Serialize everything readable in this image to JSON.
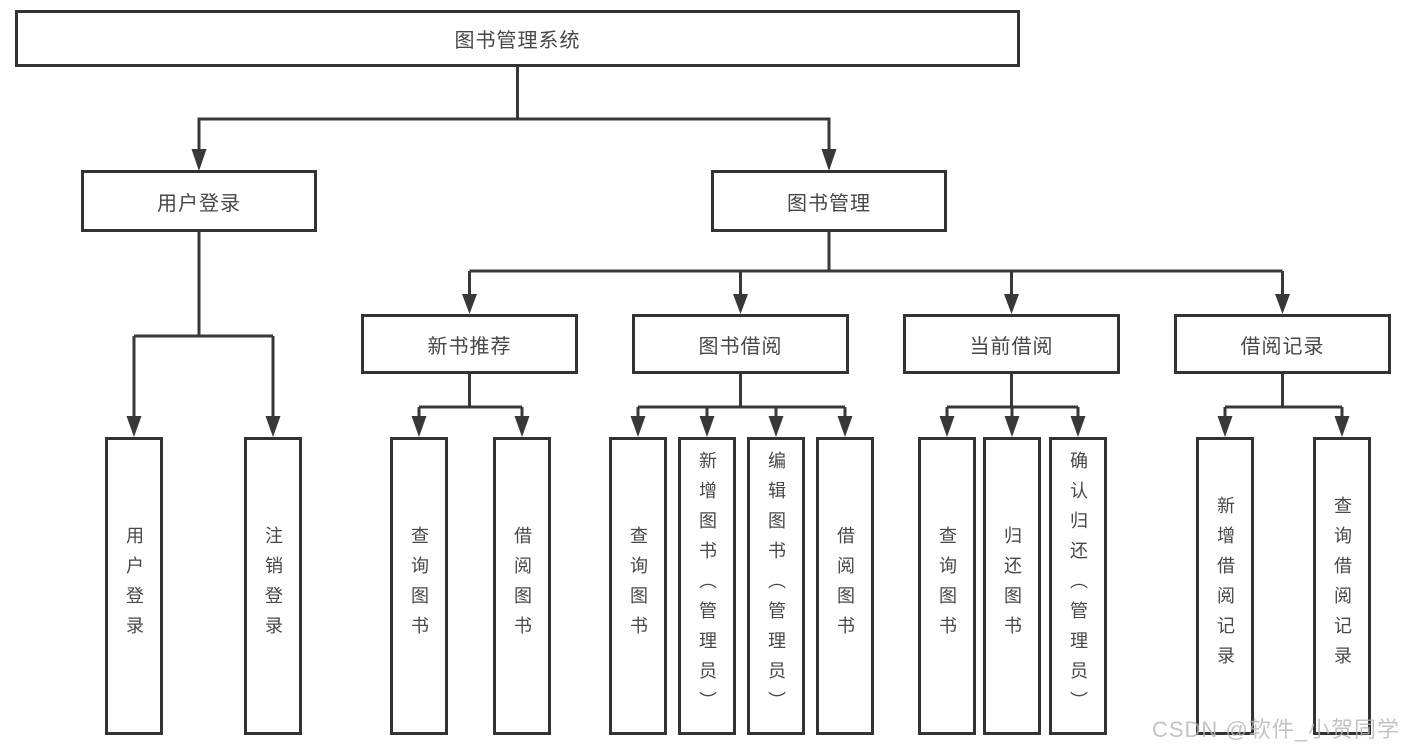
{
  "diagram": {
    "root": {
      "label": "图书管理系统"
    },
    "branches": [
      {
        "label": "用户登录",
        "children": [
          {
            "label": "用户登录"
          },
          {
            "label": "注销登录"
          }
        ]
      },
      {
        "label": "图书管理",
        "children": [
          {
            "label": "新书推荐",
            "children": [
              {
                "label": "查询图书"
              },
              {
                "label": "借阅图书"
              }
            ]
          },
          {
            "label": "图书借阅",
            "children": [
              {
                "label": "查询图书"
              },
              {
                "label": "新增图书（管理员）"
              },
              {
                "label": "编辑图书（管理员）"
              },
              {
                "label": "借阅图书"
              }
            ]
          },
          {
            "label": "当前借阅",
            "children": [
              {
                "label": "查询图书"
              },
              {
                "label": "归还图书"
              },
              {
                "label": "确认归还（管理员）"
              }
            ]
          },
          {
            "label": "借阅记录",
            "children": [
              {
                "label": "新增借阅记录"
              },
              {
                "label": "查询借阅记录"
              }
            ]
          }
        ]
      }
    ]
  },
  "watermark": {
    "text": "CSDN @软件_小贺同学"
  },
  "colors": {
    "line": "#383838",
    "arrow": "#383838",
    "box_border": "#333333",
    "box_fill": "#ffffff",
    "text": "#474747",
    "background": "#ffffff",
    "watermark": "#b5b5b5"
  }
}
